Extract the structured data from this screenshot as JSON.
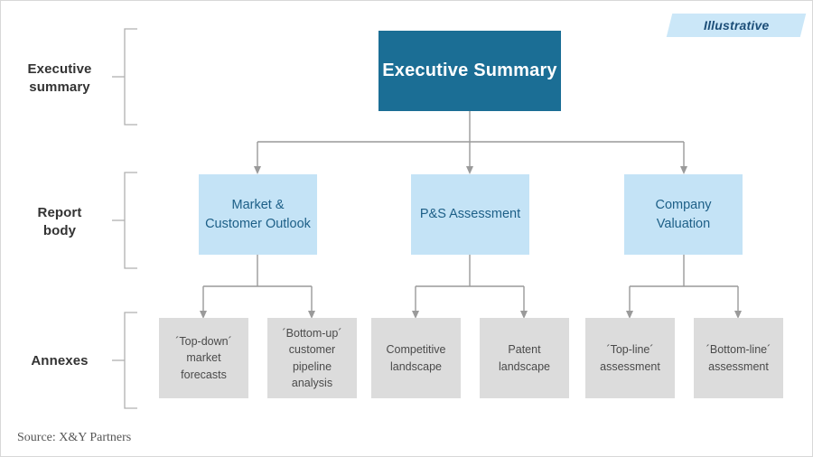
{
  "badge": {
    "label": "Illustrative"
  },
  "bands": [
    {
      "id": "executive-summary",
      "label": "Executive\nsummary"
    },
    {
      "id": "report-body",
      "label": "Report\nbody"
    },
    {
      "id": "annexes",
      "label": "Annexes"
    }
  ],
  "nodes": {
    "executive": {
      "label": "Executive Summary"
    },
    "body": [
      {
        "id": "market-customer-outlook",
        "label": "Market &\nCustomer Outlook"
      },
      {
        "id": "ps-assessment",
        "label": "P&S Assessment"
      },
      {
        "id": "company-valuation",
        "label": "Company\nValuation"
      }
    ],
    "annexes": [
      {
        "id": "top-down-market-forecasts",
        "label": "´Top-down´\nmarket\nforecasts"
      },
      {
        "id": "bottom-up-customer-pipeline-analysis",
        "label": "´Bottom-up´\ncustomer\npipeline\nanalysis"
      },
      {
        "id": "competitive-landscape",
        "label": "Competitive\nlandscape"
      },
      {
        "id": "patent-landscape",
        "label": "Patent\nlandscape"
      },
      {
        "id": "top-line-assessment",
        "label": "´Top-line´\nassessment"
      },
      {
        "id": "bottom-line-assessment",
        "label": "´Bottom-line´\nassessment"
      }
    ]
  },
  "footer": {
    "source": "Source: X&Y Partners"
  },
  "colors": {
    "executive_fill": "#1b6e95",
    "body_fill": "#c4e3f6",
    "body_text": "#1d5f87",
    "annex_fill": "#dcdcdc",
    "annex_text": "#4a4a4a",
    "badge_fill": "#cbe7f8",
    "badge_text": "#1c4e78",
    "connector": "#999999",
    "bracket": "#aaaaaa",
    "frame": "#d8d8d8"
  }
}
